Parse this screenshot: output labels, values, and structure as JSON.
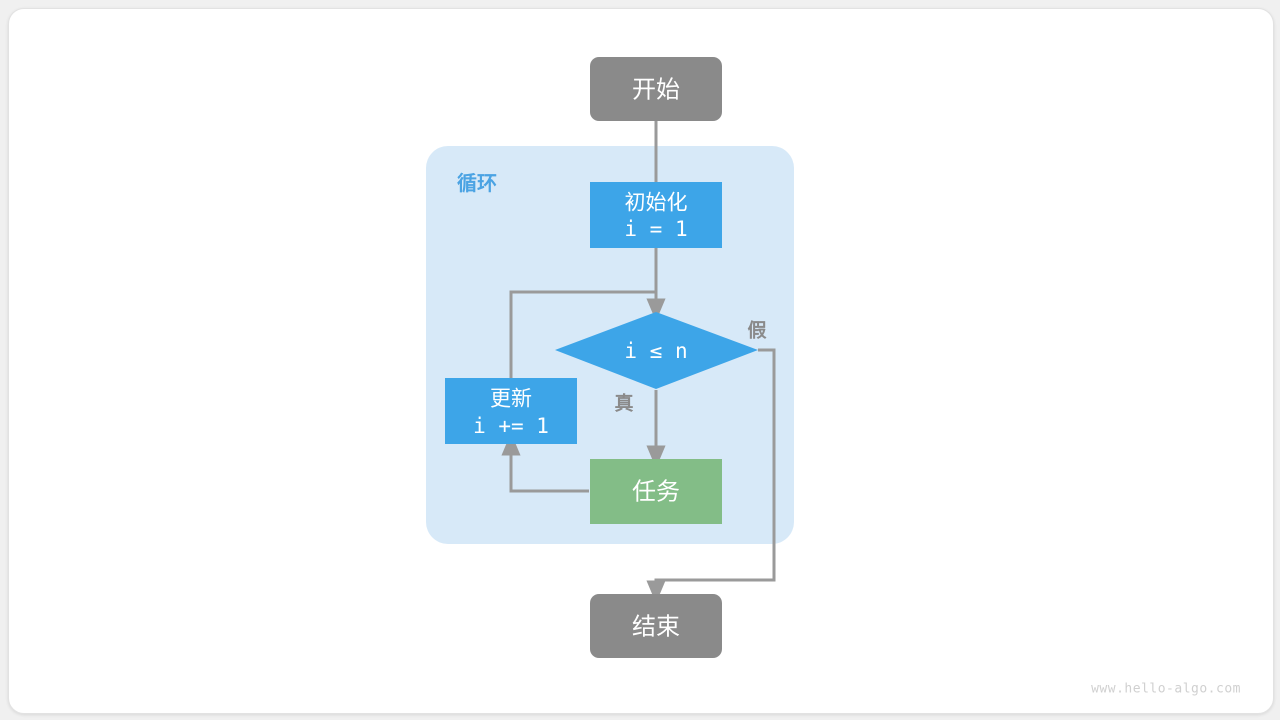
{
  "diagram": {
    "title": "for-loop-flowchart",
    "colors": {
      "start_end_fill": "#8a8a8a",
      "process_fill": "#3da5e8",
      "decision_fill": "#3da5e8",
      "task_fill": "#83bd87",
      "group_fill": "#d7e9f8",
      "group_label": "#4ba3e3",
      "line": "#9a9a9a",
      "node_text": "#ffffff",
      "edge_label": "#8a8a8a",
      "canvas": "#ffffff",
      "page": "#f0f0f0",
      "watermark": "#d0d0d0"
    },
    "group": {
      "label": "循环"
    },
    "nodes": {
      "start": {
        "label": "开始",
        "shape": "rounded-rect"
      },
      "init": {
        "label_line1": "初始化",
        "label_line2": "i = 1",
        "shape": "rect"
      },
      "condition": {
        "label": "i ≤ n",
        "shape": "diamond"
      },
      "update": {
        "label_line1": "更新",
        "label_line2": "i += 1",
        "shape": "rect"
      },
      "task": {
        "label": "任务",
        "shape": "rect"
      },
      "end": {
        "label": "结束",
        "shape": "rounded-rect"
      }
    },
    "edge_labels": {
      "true_branch": "真",
      "false_branch": "假"
    },
    "watermark": "www.hello-algo.com"
  }
}
